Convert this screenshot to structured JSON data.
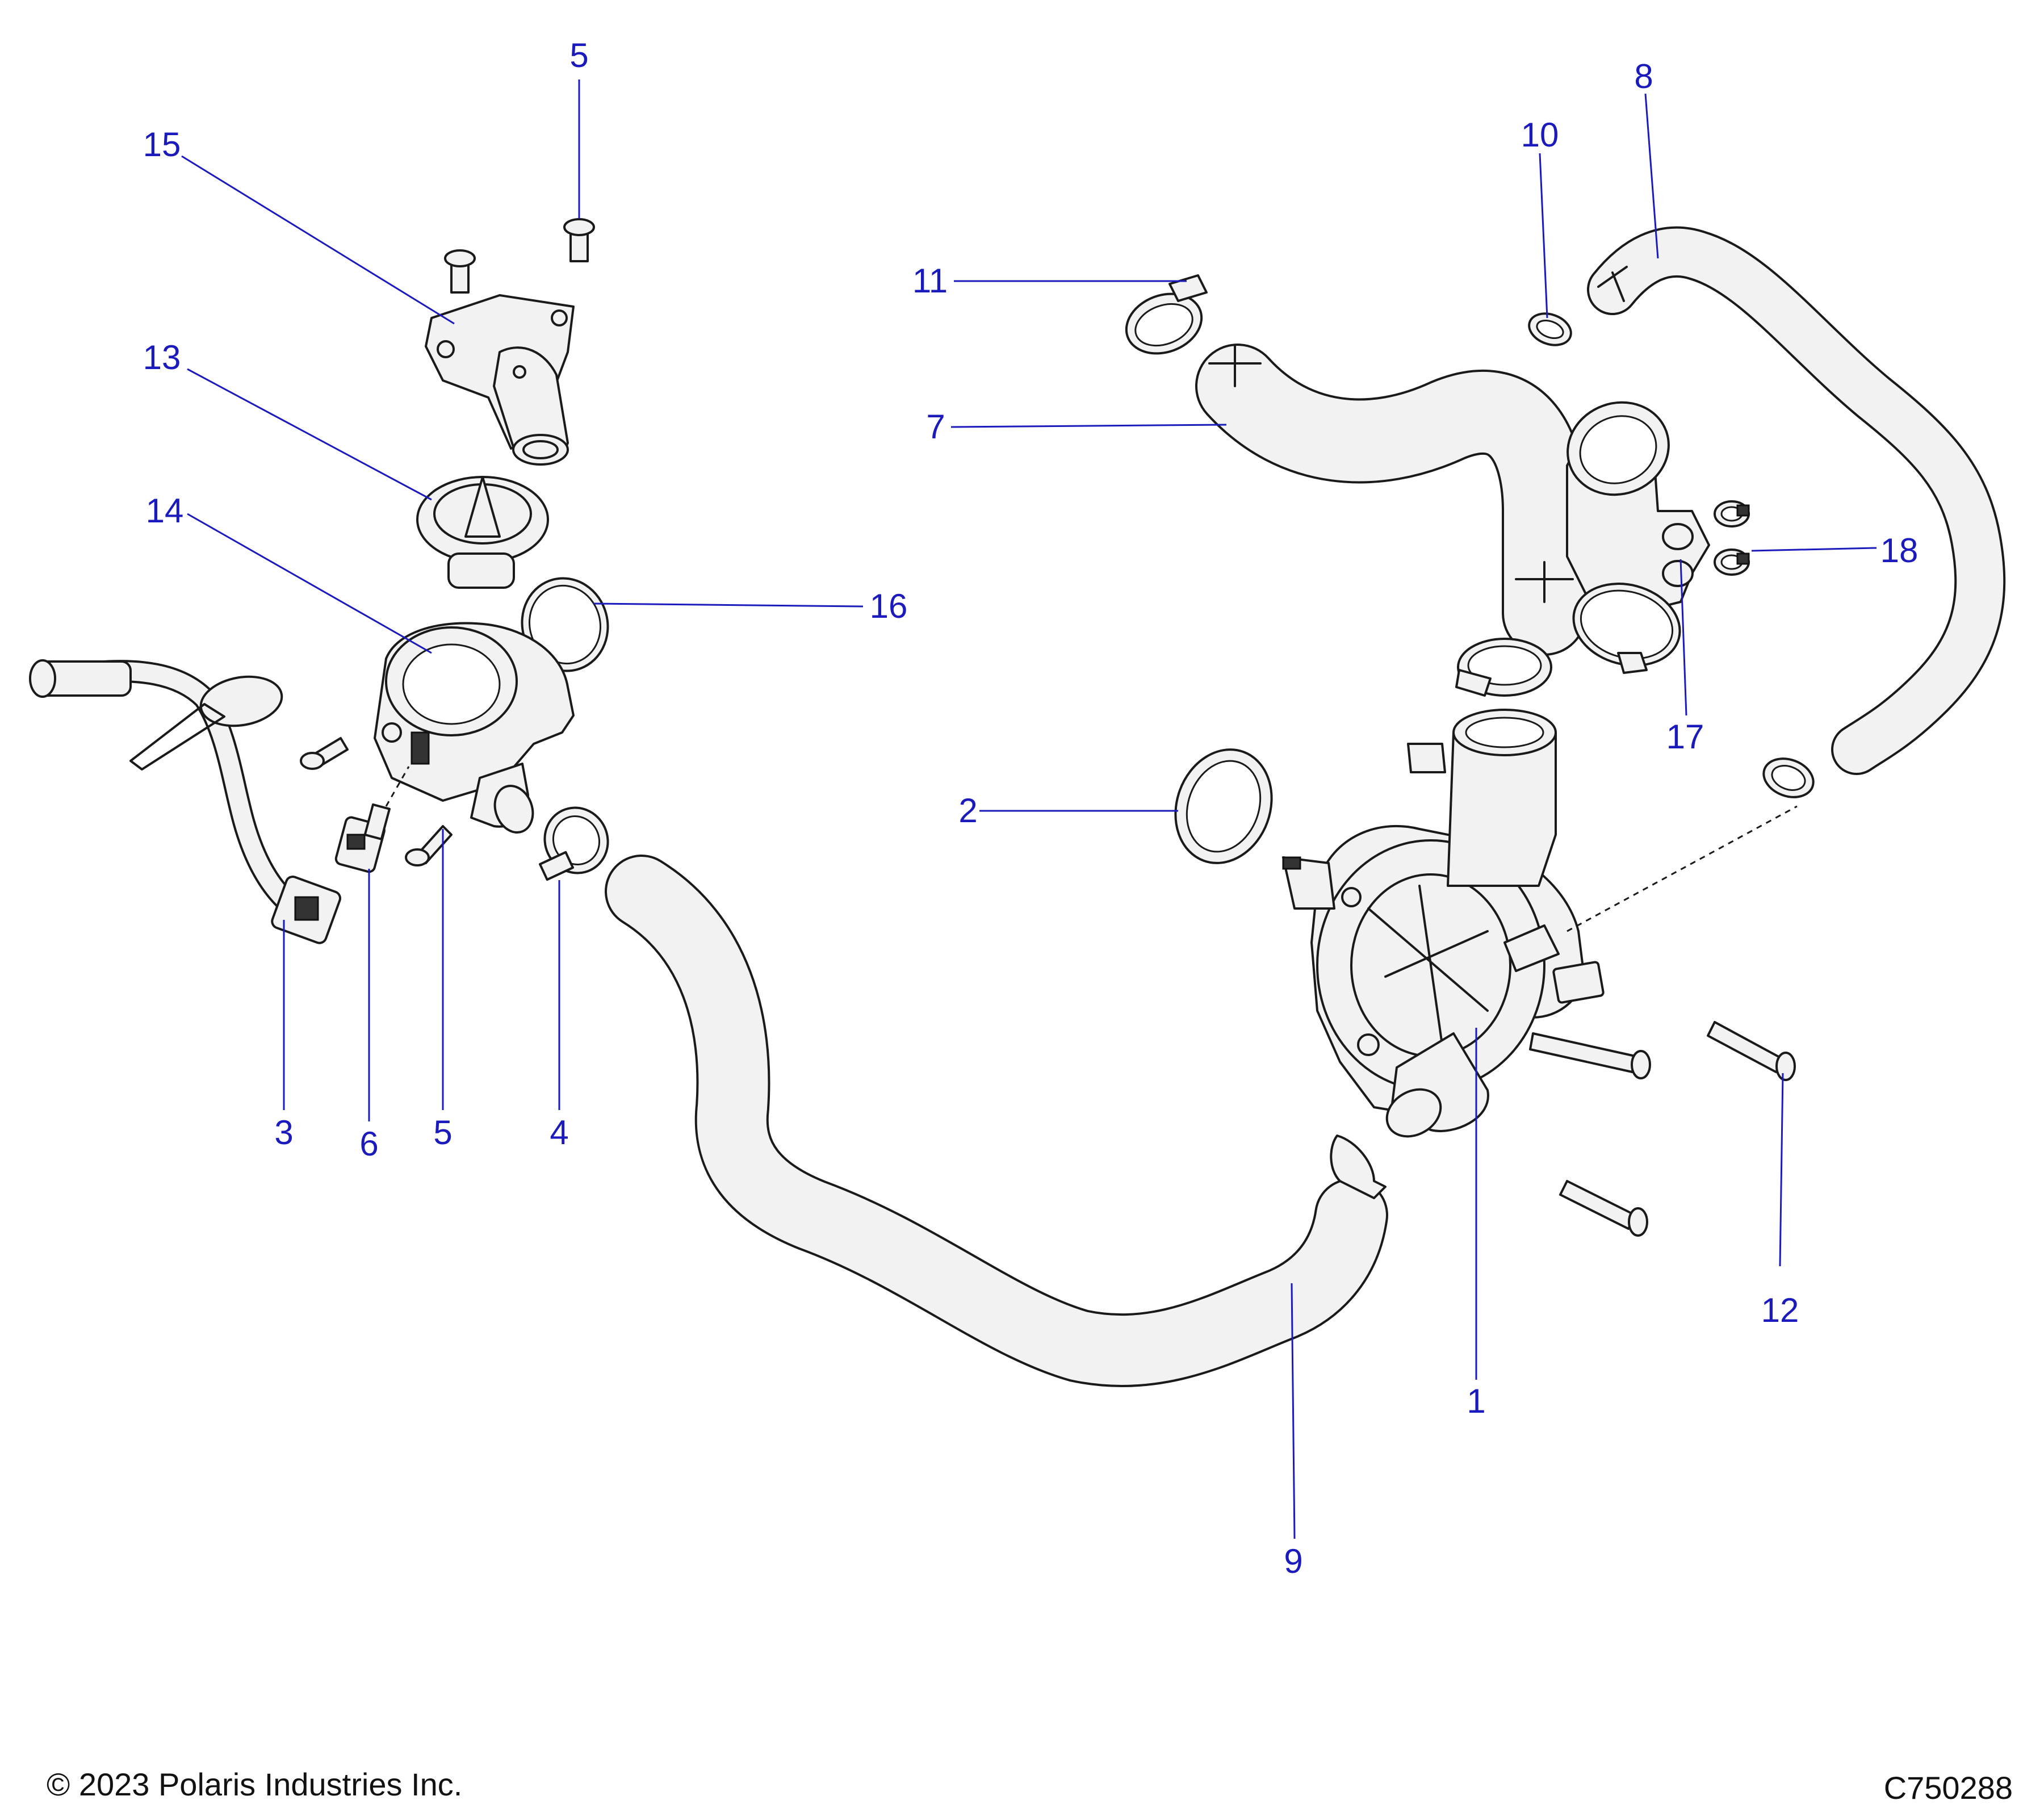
{
  "callouts": [
    {
      "id": "1",
      "label": "1"
    },
    {
      "id": "2",
      "label": "2"
    },
    {
      "id": "3",
      "label": "3"
    },
    {
      "id": "4",
      "label": "4"
    },
    {
      "id": "5a",
      "label": "5"
    },
    {
      "id": "5b",
      "label": "5"
    },
    {
      "id": "6",
      "label": "6"
    },
    {
      "id": "7",
      "label": "7"
    },
    {
      "id": "8",
      "label": "8"
    },
    {
      "id": "9",
      "label": "9"
    },
    {
      "id": "10",
      "label": "10"
    },
    {
      "id": "11",
      "label": "11"
    },
    {
      "id": "12",
      "label": "12"
    },
    {
      "id": "13",
      "label": "13"
    },
    {
      "id": "14",
      "label": "14"
    },
    {
      "id": "15",
      "label": "15"
    },
    {
      "id": "16",
      "label": "16"
    },
    {
      "id": "17",
      "label": "17"
    },
    {
      "id": "18",
      "label": "18"
    }
  ],
  "footer": {
    "copyright": "© 2023 Polaris Industries Inc.",
    "figure_code": "C750288"
  },
  "colors": {
    "callout": "#1b1bbd",
    "line_art": "#1a1a1a",
    "part_fill": "#f2f2f2"
  }
}
